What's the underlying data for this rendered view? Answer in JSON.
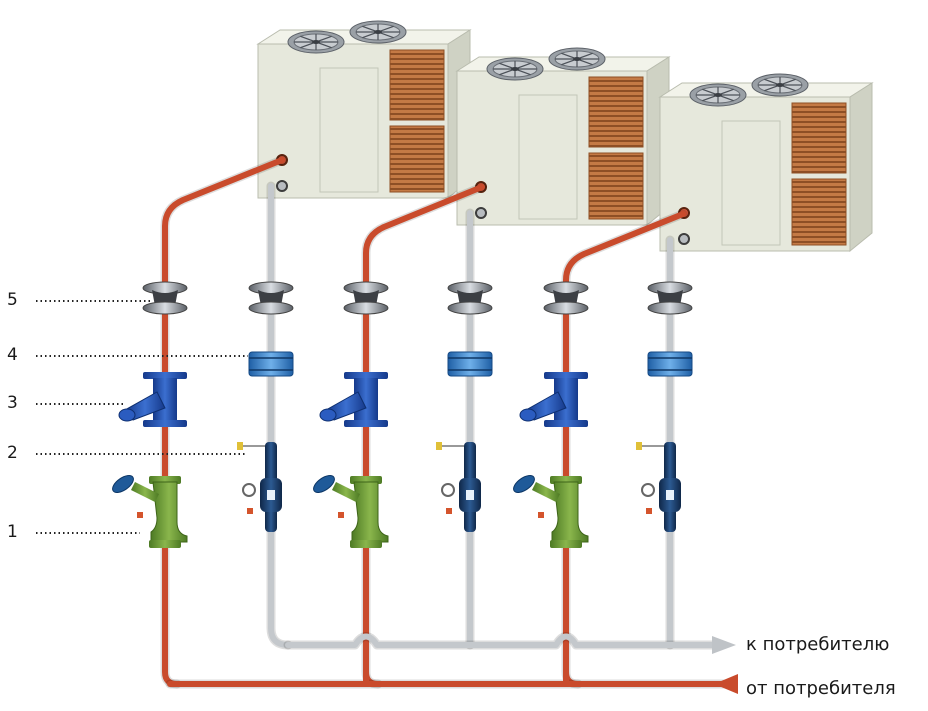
{
  "callouts": [
    "1",
    "2",
    "3",
    "4",
    "5"
  ],
  "flows": {
    "supply": "к потребителю",
    "return": "от потребителя"
  },
  "colors": {
    "hot_pipe": "#c94b2c",
    "cold_pipe": "#c4c8cc",
    "balancing_valve": "#6f9a3a",
    "strainer": "#1e4fa8",
    "flow_meter": "#1d3d6e",
    "flex_joint": "#3a7fc8",
    "chiller_body": "#e6e8dc",
    "chiller_grille": "#b0683a"
  },
  "icons": [
    "chiller-unit",
    "balancing-valve-icon",
    "flow-meter-icon",
    "strainer-icon",
    "expansion-joint-icon",
    "vibration-damper-icon"
  ]
}
